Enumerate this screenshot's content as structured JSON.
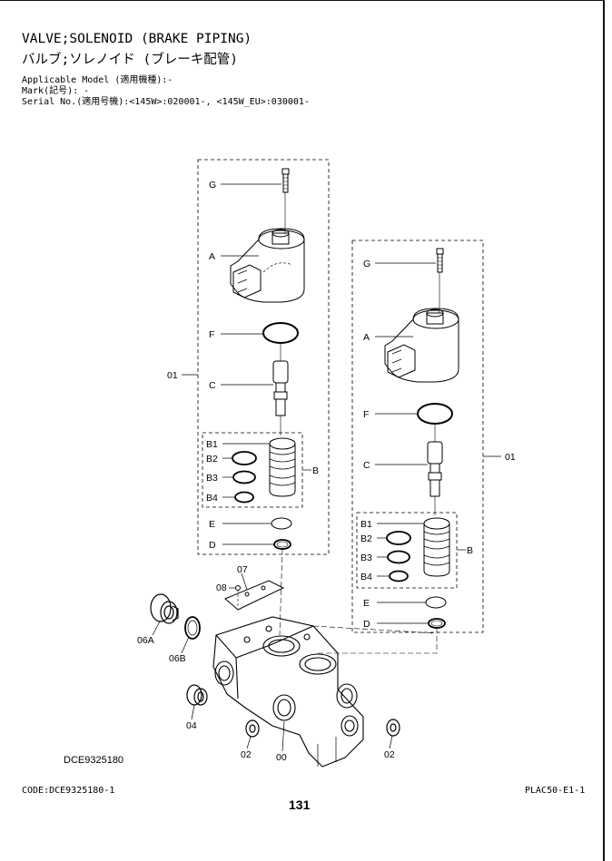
{
  "header": {
    "title_en": "VALVE;SOLENOID (BRAKE PIPING)",
    "title_jp": "バルブ;ソレノイド (ブレーキ配管)",
    "applicable_model": "Applicable Model (適用機種):-",
    "mark": "Mark(記号): -",
    "serial": "Serial No.(適用号機):<145W>:020001-, <145W_EU>:030001-"
  },
  "labels": {
    "G": "G",
    "A": "A",
    "F": "F",
    "C": "C",
    "B": "B",
    "B1": "B1",
    "B2": "B2",
    "B3": "B3",
    "B4": "B4",
    "E": "E",
    "D": "D",
    "p01": "01",
    "p07": "07",
    "p08": "08",
    "p06A": "06A",
    "p06B": "06B",
    "p04": "04",
    "p02": "02",
    "p00": "00"
  },
  "footer": {
    "drawing_code": "DCE9325180",
    "code": "CODE:DCE9325180-1",
    "page_number": "131",
    "plac": "PLAC50-E1-1"
  }
}
